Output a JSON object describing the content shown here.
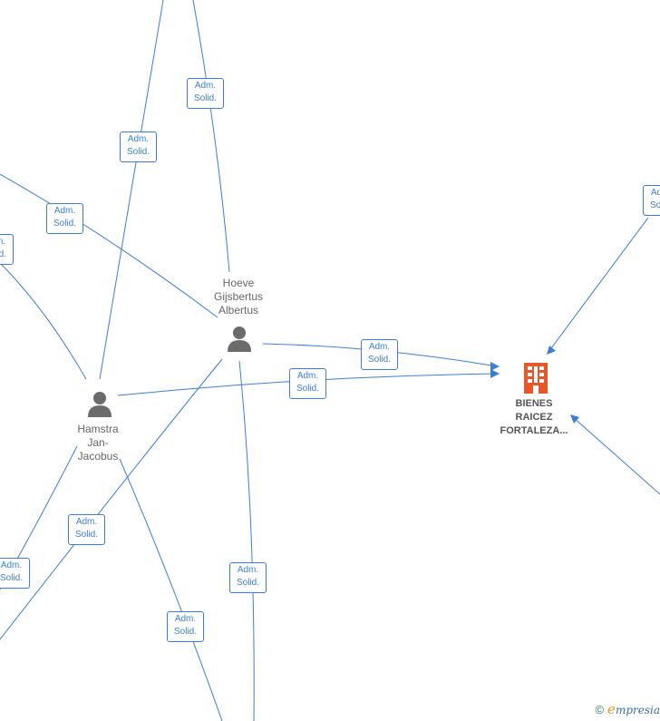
{
  "nodes": {
    "hoeve": {
      "name_lines": [
        "Hoeve",
        "Gijsbertus",
        "Albertus"
      ],
      "icon": "person-icon"
    },
    "hamstra": {
      "name_lines": [
        "Hamstra",
        "Jan-",
        "Jacobus"
      ],
      "icon": "person-icon"
    },
    "company": {
      "name_lines": [
        "BIENES",
        "RAICEZ",
        "FORTALEZA..."
      ],
      "icon": "building-icon"
    }
  },
  "edge_label": {
    "line1": "Adm.",
    "line2": "Solid."
  },
  "brand": {
    "copyright": "©",
    "initial": "e",
    "rest": "mpresia"
  },
  "colors": {
    "edge": "#3a7fd5",
    "company": "#e8572a",
    "person": "#6b6b6b"
  }
}
